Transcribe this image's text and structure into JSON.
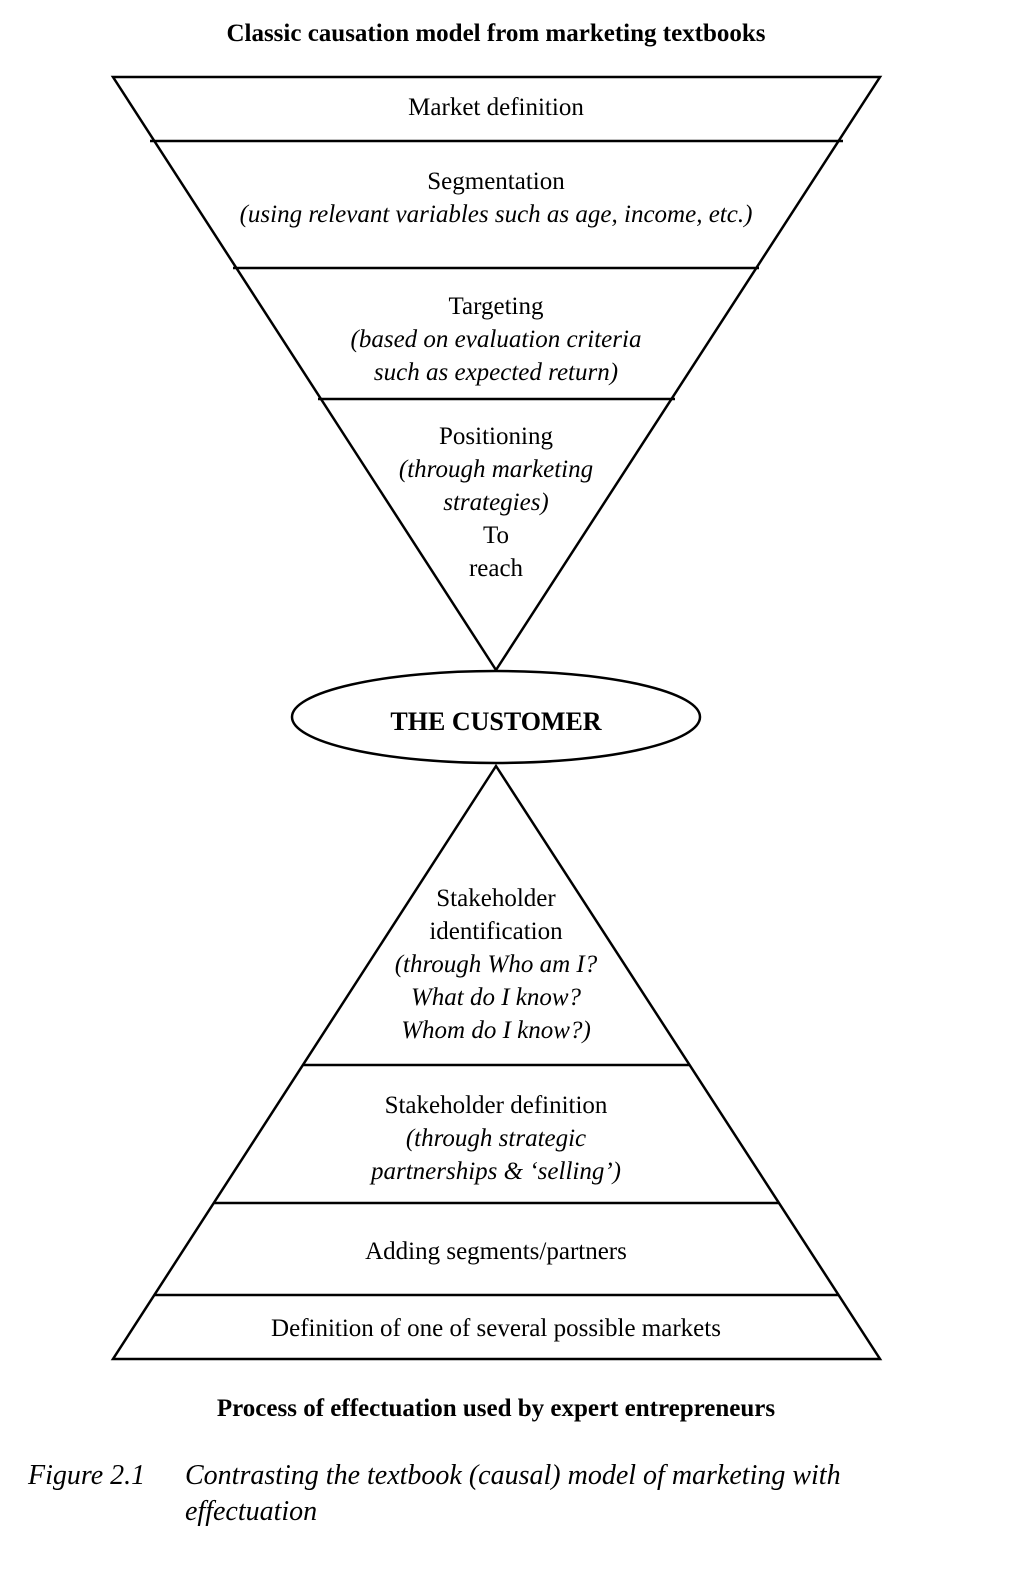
{
  "top_title": "Classic causation model from marketing textbooks",
  "funnel": [
    {
      "label": "Market definition",
      "detail": []
    },
    {
      "label": "Segmentation",
      "detail": [
        "(using relevant variables such as age, income, etc.)"
      ]
    },
    {
      "label": "Targeting",
      "detail": [
        "(based on evaluation criteria",
        "such as expected return)"
      ]
    },
    {
      "label": "Positioning",
      "detail": [
        "(through marketing",
        "strategies)"
      ],
      "tail": [
        "To",
        "reach"
      ]
    }
  ],
  "center": "THE CUSTOMER",
  "pyramid": [
    {
      "label": [
        "Stakeholder",
        "identification"
      ],
      "detail": [
        "(through Who am I?",
        "What do I know?",
        "Whom do I know?)"
      ]
    },
    {
      "label": [
        "Stakeholder definition"
      ],
      "detail": [
        "(through strategic",
        "partnerships & ‘selling’)"
      ]
    },
    {
      "label": [
        "Adding segments/partners"
      ],
      "detail": []
    },
    {
      "label": [
        "Definition of one of several possible markets"
      ],
      "detail": []
    }
  ],
  "bottom_title": "Process of effectuation used by expert entrepreneurs",
  "caption": {
    "number": "Figure 2.1",
    "text_line1": "Contrasting the textbook (causal) model of marketing with",
    "text_line2": "effectuation"
  }
}
